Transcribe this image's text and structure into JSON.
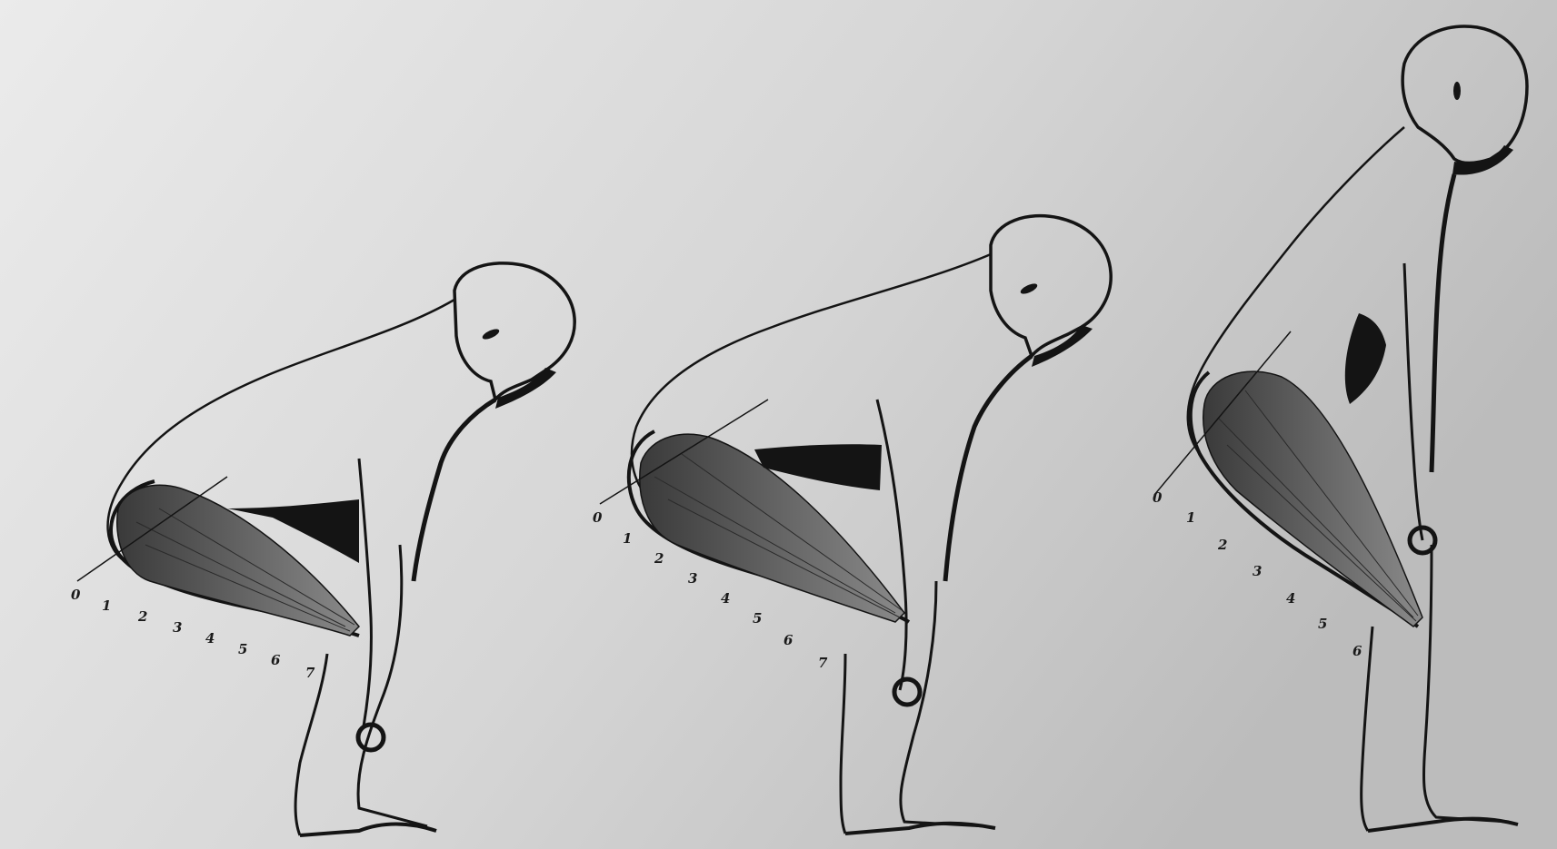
{
  "colors": {
    "paper_light": "#ececec",
    "paper_dark": "#b9b9b9",
    "ink": "#141414",
    "muscle": "#4a4a4a"
  },
  "figures": [
    {
      "pose": "deep-hip-flexion",
      "scale_labels": [
        "0",
        "1",
        "2",
        "3",
        "4",
        "5",
        "6",
        "7"
      ]
    },
    {
      "pose": "mid-hip-flexion",
      "scale_labels": [
        "0",
        "1",
        "2",
        "3",
        "4",
        "5",
        "6",
        "7"
      ]
    },
    {
      "pose": "upright-standing",
      "scale_labels": [
        "0",
        "1",
        "2",
        "3",
        "4",
        "5",
        "6"
      ]
    }
  ]
}
